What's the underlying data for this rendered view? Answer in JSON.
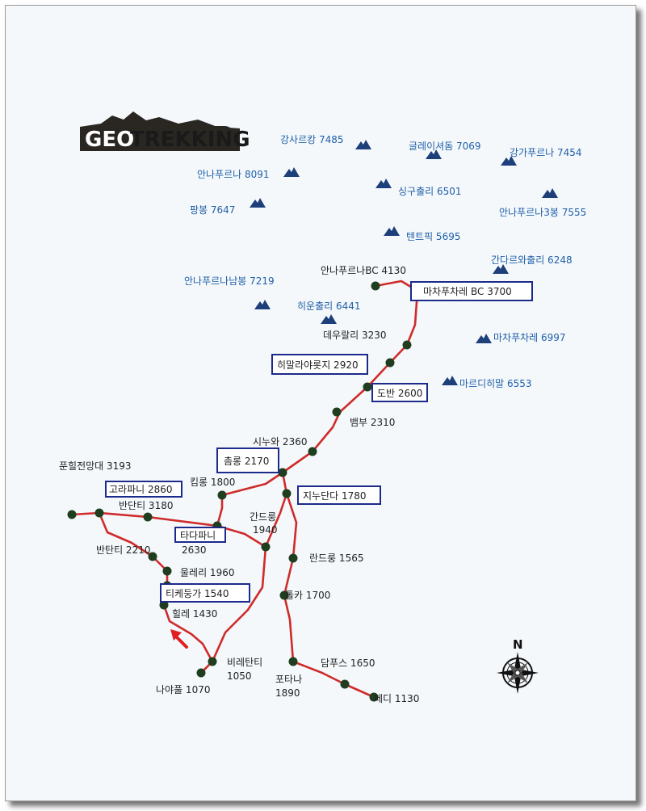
{
  "logo": {
    "part1": "GEO",
    "part2": "TREKKING"
  },
  "peaks": [
    {
      "id": "gangsar",
      "label": "강사르캉 7485"
    },
    {
      "id": "glacier",
      "label": "글레이셔돔 7069"
    },
    {
      "id": "gangapurna",
      "label": "강가푸르나 7454"
    },
    {
      "id": "annapurna1",
      "label": "안나푸르나 8091"
    },
    {
      "id": "singu",
      "label": "싱구출리 6501"
    },
    {
      "id": "annapurna3",
      "label": "안나푸르나3봉 7555"
    },
    {
      "id": "fang",
      "label": "팡봉 7647"
    },
    {
      "id": "tent",
      "label": "텐트픽 5695"
    },
    {
      "id": "gandharba",
      "label": "간다르와출리 6248"
    },
    {
      "id": "annasouth",
      "label": "안나푸르나남봉 7219"
    },
    {
      "id": "hiunchuli",
      "label": "히운출리 6441"
    },
    {
      "id": "machhapuchhre",
      "label": "마차푸차레 6997"
    },
    {
      "id": "mardi",
      "label": "마르디히말 6553"
    }
  ],
  "places": [
    {
      "id": "abc",
      "label": "안나푸르나BC 4130",
      "boxed": false
    },
    {
      "id": "mbc",
      "label": "마차푸차레 BC 3700",
      "boxed": true
    },
    {
      "id": "deurali",
      "label": "데우랄리 3230",
      "boxed": false
    },
    {
      "id": "himalaya",
      "label": "히말라야롯지 2920",
      "boxed": true
    },
    {
      "id": "doban",
      "label": "도반 2600",
      "boxed": true
    },
    {
      "id": "bamboo",
      "label": "뱀부 2310",
      "boxed": false
    },
    {
      "id": "sinuwa",
      "label": "시누와 2360",
      "boxed": false
    },
    {
      "id": "chomrong",
      "label": "촘롱 2170",
      "boxed": true
    },
    {
      "id": "poonhill",
      "label": "푼힐전망대 3193",
      "boxed": false
    },
    {
      "id": "kimrong",
      "label": "킴롱 1800",
      "boxed": false
    },
    {
      "id": "ghorepani",
      "label": "고라파니 2860",
      "boxed": true
    },
    {
      "id": "jhinu",
      "label": "지누단다 1780",
      "boxed": true
    },
    {
      "id": "bandanti",
      "label": "반단티 3180",
      "boxed": false
    },
    {
      "id": "gandrung",
      "label": "간드룽",
      "boxed": false
    },
    {
      "id": "gandrung_alt",
      "label": "1940",
      "boxed": false
    },
    {
      "id": "tadapani",
      "label": "타다파니",
      "boxed": true
    },
    {
      "id": "tadapani_alt",
      "label": "2630",
      "boxed": false
    },
    {
      "id": "banthanti",
      "label": "반탄티 2210",
      "boxed": false
    },
    {
      "id": "landruk",
      "label": "란드룽 1565",
      "boxed": false
    },
    {
      "id": "ulleri",
      "label": "울레리 1960",
      "boxed": false
    },
    {
      "id": "tikhedhunga",
      "label": "티케둥가 1540",
      "boxed": true
    },
    {
      "id": "tolka",
      "label": "톨카 1700",
      "boxed": false
    },
    {
      "id": "hille",
      "label": "힐레 1430",
      "boxed": false
    },
    {
      "id": "dhampus",
      "label": "담푸스 1650",
      "boxed": false
    },
    {
      "id": "birethanti",
      "label": "비레탄티",
      "boxed": false
    },
    {
      "id": "birethanti_alt",
      "label": "1050",
      "boxed": false
    },
    {
      "id": "pothana",
      "label": "포타나",
      "boxed": false
    },
    {
      "id": "pothana_alt",
      "label": "1890",
      "boxed": false
    },
    {
      "id": "nayapul",
      "label": "나야풀 1070",
      "boxed": false
    },
    {
      "id": "phedi",
      "label": "페디 1130",
      "boxed": false
    }
  ],
  "compass": {
    "north": "N"
  },
  "colors": {
    "route": "#cf2b2b",
    "peak": "#1f5fa8",
    "box": "#1c2a8a",
    "node": "#1f3d1f",
    "arrow": "#e02020"
  }
}
